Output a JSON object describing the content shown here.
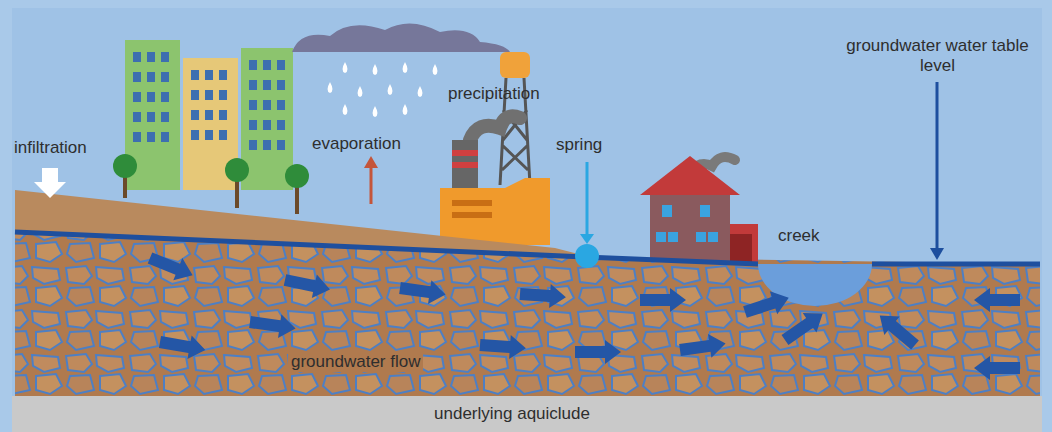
{
  "diagram": {
    "labels": [
      "infiltration",
      "evaporation",
      "precipitation",
      "spring",
      "groundwater water table level",
      "creek",
      "groundwater flow",
      "underlying aquiclude"
    ]
  }
}
